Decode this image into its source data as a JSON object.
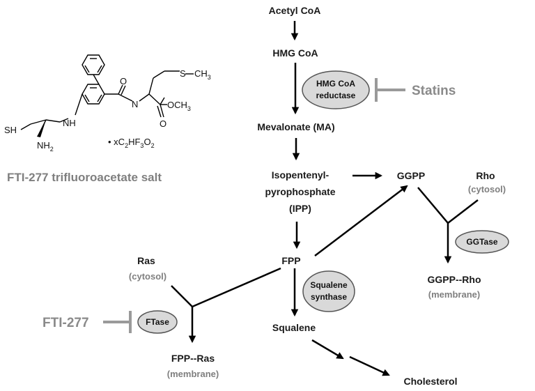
{
  "pathway": {
    "acetyl_coa": "Acetyl CoA",
    "hmg_coa": "HMG CoA",
    "mevalonate": "Mevalonate (MA)",
    "ipp_line1": "Isopentenyl-",
    "ipp_line2": "pyrophosphate",
    "ipp_line3": "(IPP)",
    "ggpp": "GGPP",
    "fpp": "FPP",
    "squalene": "Squalene",
    "cholesterol": "Cholesterol",
    "rho": "Rho",
    "rho_loc": "(cytosol)",
    "ggpp_rho": "GGPP--Rho",
    "ggpp_rho_loc": "(membrane)",
    "ras": "Ras",
    "ras_loc": "(cytosol)",
    "fpp_ras": "FPP--Ras",
    "fpp_ras_loc": "(membrane)"
  },
  "enzymes": {
    "hmg_reductase_line1": "HMG CoA",
    "hmg_reductase_line2": "reductase",
    "squalene_synthase_line1": "Squalene",
    "squalene_synthase_line2": "synthase",
    "ggtase": "GGTase",
    "ftase": "FTase"
  },
  "inhibitors": {
    "statins": "Statins",
    "fti": "FTI-277"
  },
  "structure": {
    "caption": "FTI-277 trifluoroacetate salt",
    "sh": "SH",
    "nh2": "NH",
    "nh2_sub": "2",
    "nh": "NH",
    "n": "N",
    "o1": "O",
    "o2": "O",
    "och3": "OCH",
    "och3_sub": "3",
    "s": "S",
    "ch3": "CH",
    "ch3_sub": "3",
    "salt_prefix": "• xC",
    "salt_c": "2",
    "salt_hf": "HF",
    "salt_f": "3",
    "salt_o": "O",
    "salt_o_sub": "2"
  },
  "colors": {
    "enzyme_fill": "#d9d9d9",
    "inhibitor_gray": "#9a9a9a",
    "location_gray": "#7f7f7f"
  }
}
